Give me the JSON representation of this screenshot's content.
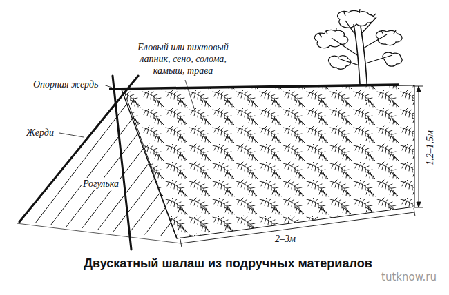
{
  "diagram": {
    "caption": "Двускатный шалаш из подручных материалов",
    "labels": [
      "Еловый или пихтовый лапник, сено, солома, камыш, трава",
      "Опорная жердь",
      "Жерди",
      "Рогулька",
      "1,2–1,5м",
      "2–3м",
      "tutknow.ru"
    ]
  }
}
